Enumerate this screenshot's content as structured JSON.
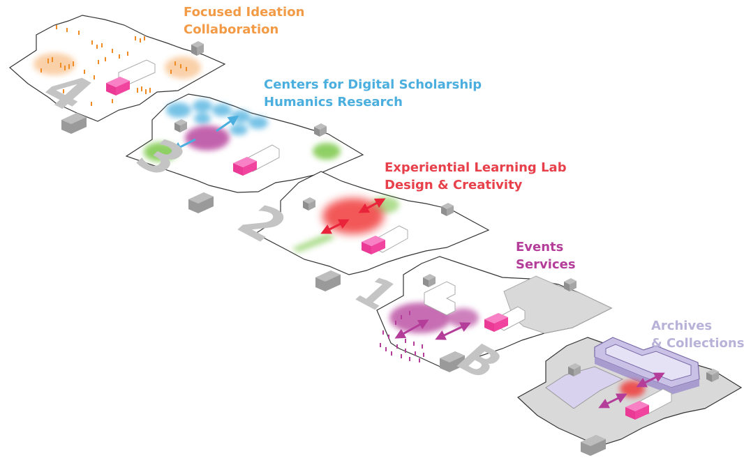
{
  "floors": [
    {
      "level": "4",
      "labels": [
        "Focused Ideation",
        "Collaboration"
      ],
      "color": "#f39a46"
    },
    {
      "level": "3",
      "labels": [
        "Centers for Digital Scholarship",
        "Humanics Research"
      ],
      "color": "#4aaede"
    },
    {
      "level": "2",
      "labels": [
        "Experiential Learning Lab",
        "Design & Creativity"
      ],
      "color": "#e8404a"
    },
    {
      "level": "1",
      "labels": [
        "Events",
        "Services"
      ],
      "color": "#b43d9a"
    },
    {
      "level": "B",
      "labels": [
        "Archives",
        "& Collections"
      ],
      "color": "#b8b2d8"
    }
  ],
  "palette": {
    "core": "#f0449e",
    "floor_outline": "#333333",
    "stair": "#8f8f8f",
    "numeral": "#c4c4c4",
    "zone_green": "#7cc84a",
    "zone_gray": "#d9d9d9",
    "zone_lavender": "#d8d2ee"
  }
}
